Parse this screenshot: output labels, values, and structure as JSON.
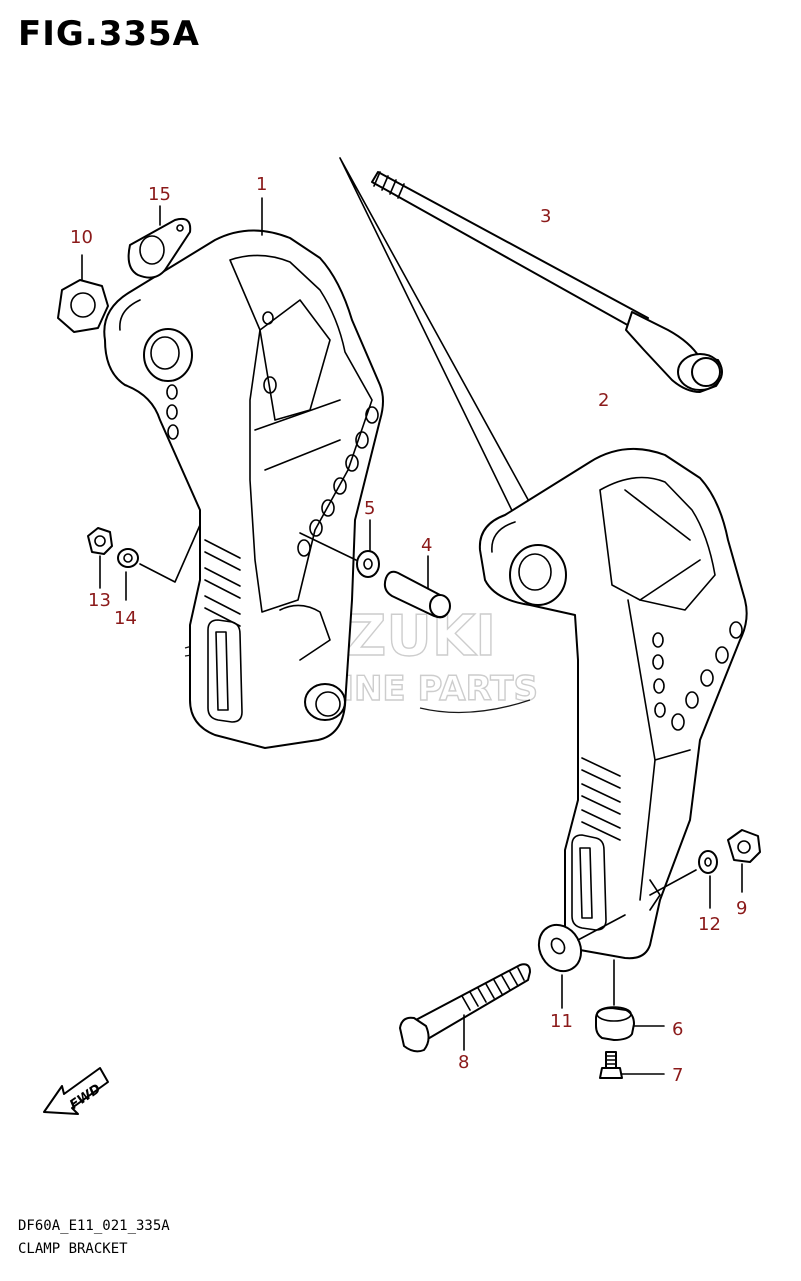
{
  "figure_title": "FIG.335A",
  "watermark": {
    "brand": "SUZUKI",
    "subtitle": "MARINE PARTS"
  },
  "callouts": [
    {
      "id": "c1",
      "text": "1"
    },
    {
      "id": "c2",
      "text": "2"
    },
    {
      "id": "c3",
      "text": "3"
    },
    {
      "id": "c4",
      "text": "4"
    },
    {
      "id": "c5",
      "text": "5"
    },
    {
      "id": "c6",
      "text": "6"
    },
    {
      "id": "c7",
      "text": "7"
    },
    {
      "id": "c8",
      "text": "8"
    },
    {
      "id": "c9",
      "text": "9"
    },
    {
      "id": "c10",
      "text": "10"
    },
    {
      "id": "c11",
      "text": "11"
    },
    {
      "id": "c12",
      "text": "12"
    },
    {
      "id": "c13",
      "text": "13"
    },
    {
      "id": "c14",
      "text": "14"
    },
    {
      "id": "c15",
      "text": "15"
    }
  ],
  "fwd_label": "FWD",
  "footer": {
    "code": "DF60A_E11_021_335A",
    "name": "CLAMP BRACKET"
  },
  "colors": {
    "callout": "#8b1a1a",
    "lines": "#000000",
    "watermark": "#c8c8c8"
  }
}
